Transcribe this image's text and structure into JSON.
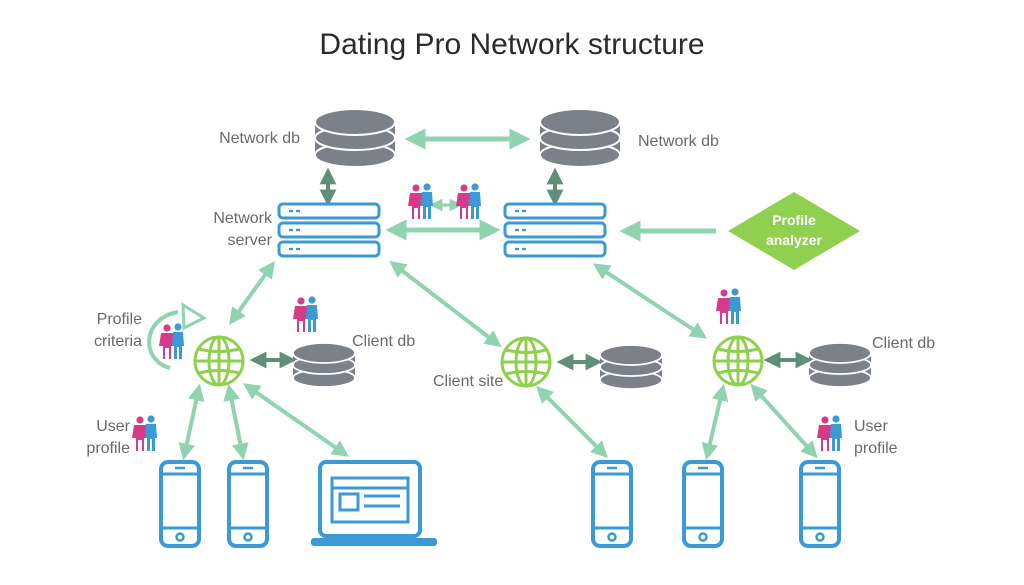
{
  "title": "Dating Pro Network structure",
  "labels": {
    "network_db_left": "Network db",
    "network_db_right": "Network db",
    "network_server": [
      "Network",
      "server"
    ],
    "profile_analyzer": [
      "Profile",
      "analyzer"
    ],
    "profile_criteria": [
      "Profile",
      "criteria"
    ],
    "client_db_left": "Client db",
    "client_db_right": "Client db",
    "client_site": "Client site",
    "user_profile_left": [
      "User",
      "profile"
    ],
    "user_profile_right": [
      "User",
      "profile"
    ]
  },
  "colors": {
    "arrow": "#8fd3b0",
    "arrow_dark": "#5f8f78",
    "db": "#7c8089",
    "server": "#3b9ad6",
    "globe": "#8fd14f",
    "device": "#3b9ad6",
    "analyzer": "#8fd14f",
    "female": "#d63a88",
    "male": "#3b9ad6",
    "label": "#6a6a6a"
  },
  "icons": [
    "database-icon",
    "server-icon",
    "globe-icon",
    "phone-icon",
    "laptop-icon",
    "couple-icon",
    "rotate-arrow-icon"
  ]
}
